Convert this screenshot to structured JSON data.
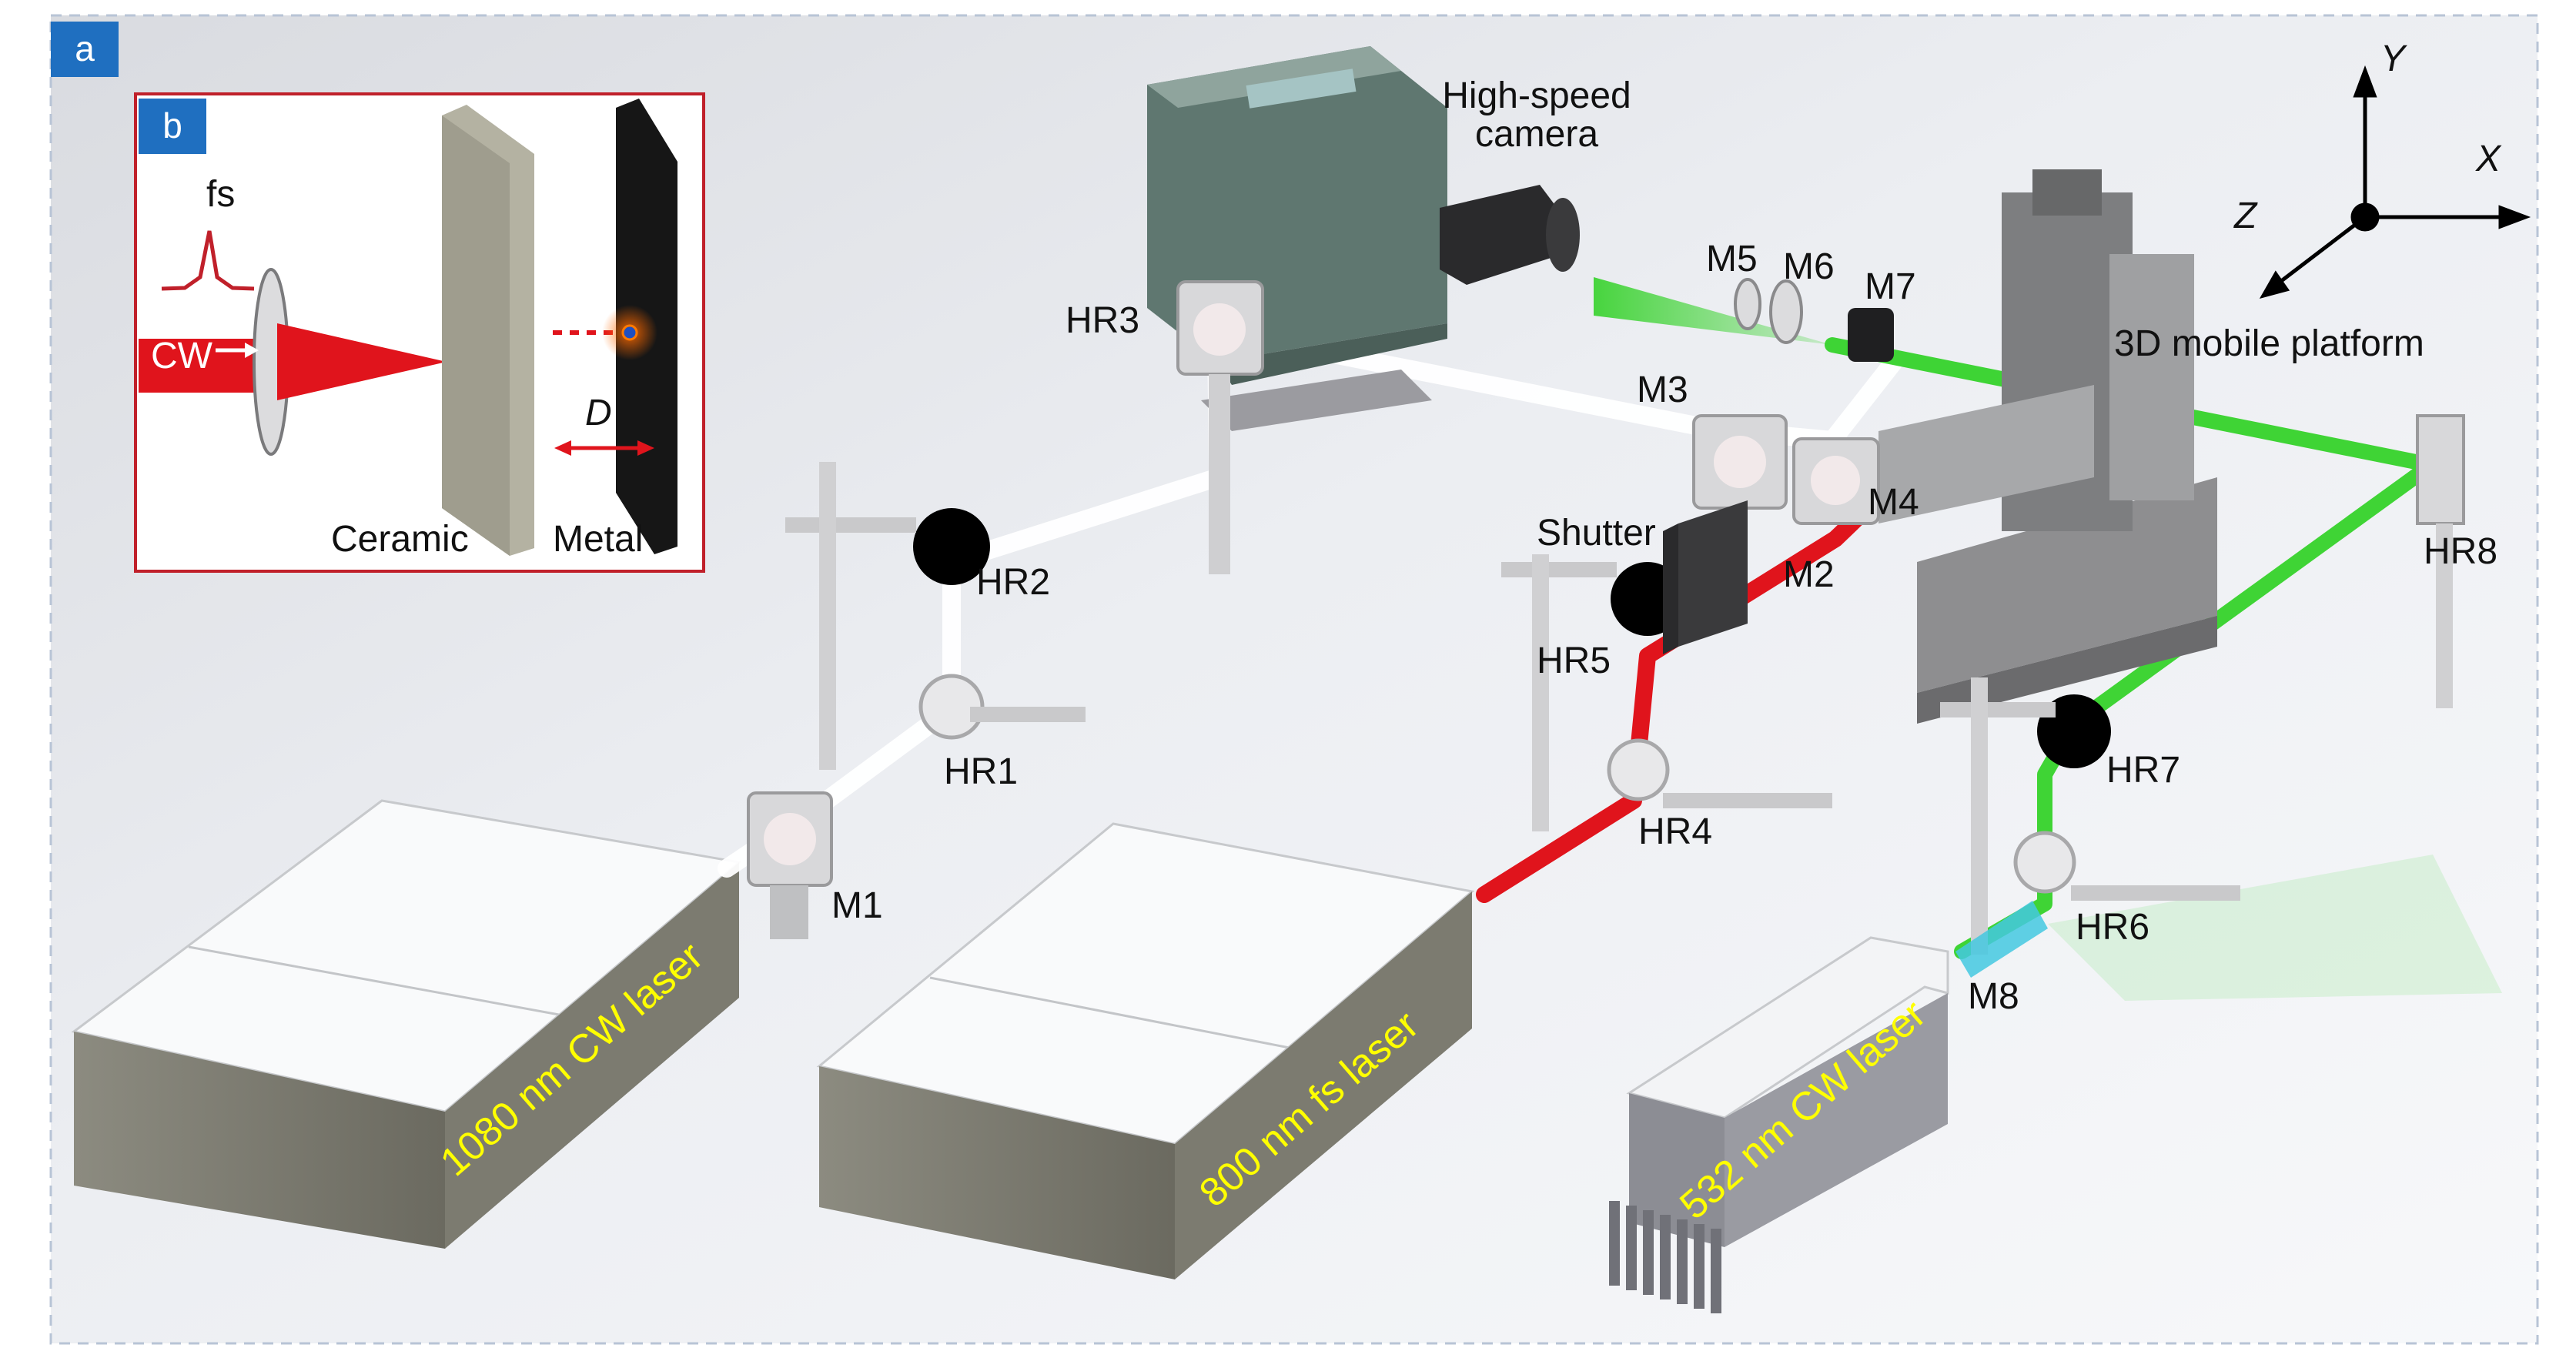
{
  "panels": {
    "a": "a",
    "b": "b"
  },
  "inset": {
    "fs": "fs",
    "cw": "CW",
    "ceramic": "Ceramic",
    "metal": "Metal",
    "distance": "D"
  },
  "components": {
    "camera_line1": "High-speed",
    "camera_line2": "camera",
    "platform": "3D mobile platform",
    "shutter": "Shutter",
    "hr1": "HR1",
    "hr2": "HR2",
    "hr3": "HR3",
    "hr4": "HR4",
    "hr5": "HR5",
    "hr6": "HR6",
    "hr7": "HR7",
    "hr8": "HR8",
    "m1": "M1",
    "m2": "M2",
    "m3": "M3",
    "m4": "M4",
    "m5": "M5",
    "m6": "M6",
    "m7": "M7",
    "m8": "M8"
  },
  "axes": {
    "x": "X",
    "y": "Y",
    "z": "Z"
  },
  "lasers": {
    "cw1080": "1080 nm CW laser",
    "fs800": "800 nm fs laser",
    "cw532": "532 nm CW laser"
  },
  "colors": {
    "cw1080_beam": "#ffffff",
    "fs800_beam": "#e0141c",
    "cw532_beam": "#35d22a",
    "panel_tag": "#1f6fc0",
    "inset_border": "#c0202a",
    "laser_label": "#ffff00"
  }
}
